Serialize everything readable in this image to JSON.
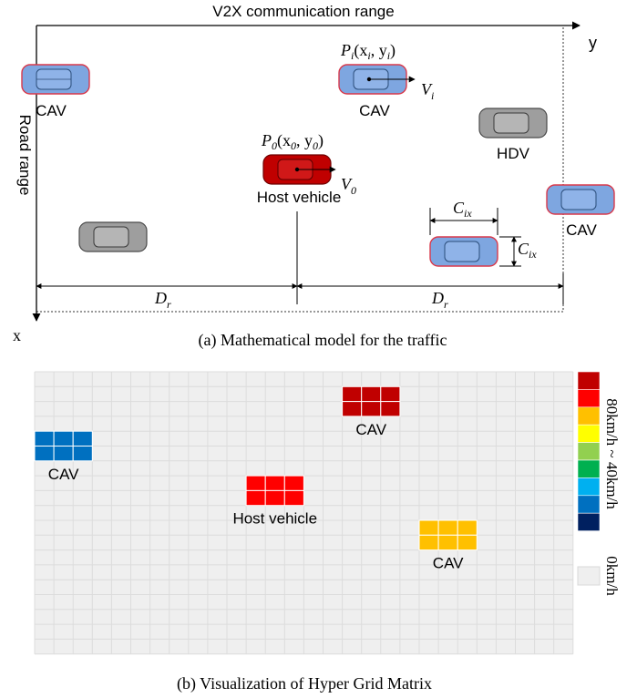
{
  "panel_a": {
    "top_label": "V2X communication range",
    "axis_y": "y",
    "axis_x": "x",
    "road_range": "Road range",
    "caption": "(a) Mathematical model for the traffic",
    "host_label": "Host vehicle",
    "labels": {
      "cav": "CAV",
      "hdv": "HDV",
      "pi": "P",
      "pi_sub": "i",
      "pi_args": "(x",
      "pi_args_sub": "i",
      "pi_args2": ", y",
      "pi_args2_sub": "i",
      "pi_close": ")",
      "vi": "V",
      "vi_sub": "i",
      "p0": "P",
      "p0_sub": "0",
      "p0_args": "(x",
      "p0_args_sub": "0",
      "p0_args2": ", y",
      "p0_args2_sub": "0",
      "p0_close": ")",
      "v0": "V",
      "v0_sub": "0",
      "cix": "C",
      "cix_sub": "ix",
      "dr": "D",
      "dr_sub": "r"
    },
    "colors": {
      "cav_body": "#7ea6e0",
      "cav_outline": "#d9394b",
      "host_body": "#c00000",
      "hdv_body": "#9e9e9e"
    }
  },
  "panel_b": {
    "caption": "(b) Visualization of Hyper Grid Matrix",
    "grid": {
      "rows": 19,
      "cols": 28,
      "bg": "#efefef",
      "line": "#dcdcdc"
    },
    "blocks": [
      {
        "label": "CAV",
        "color": "#0070c0",
        "row": 4,
        "col": 0
      },
      {
        "label": "CAV",
        "color": "#c00000",
        "row": 1,
        "col": 16
      },
      {
        "label": "Host vehicle",
        "color": "#ff0000",
        "row": 7,
        "col": 11
      },
      {
        "label": "CAV",
        "color": "#ffc000",
        "row": 10,
        "col": 20
      }
    ],
    "legend": {
      "colors": [
        "#c00000",
        "#ff0000",
        "#ffc000",
        "#ffff00",
        "#92d050",
        "#00b050",
        "#00b0f0",
        "#0070c0",
        "#002060"
      ],
      "range_label": "80km/h ~ 40km/h",
      "zero_label": "0km/h",
      "zero_color": "#efefef"
    }
  }
}
